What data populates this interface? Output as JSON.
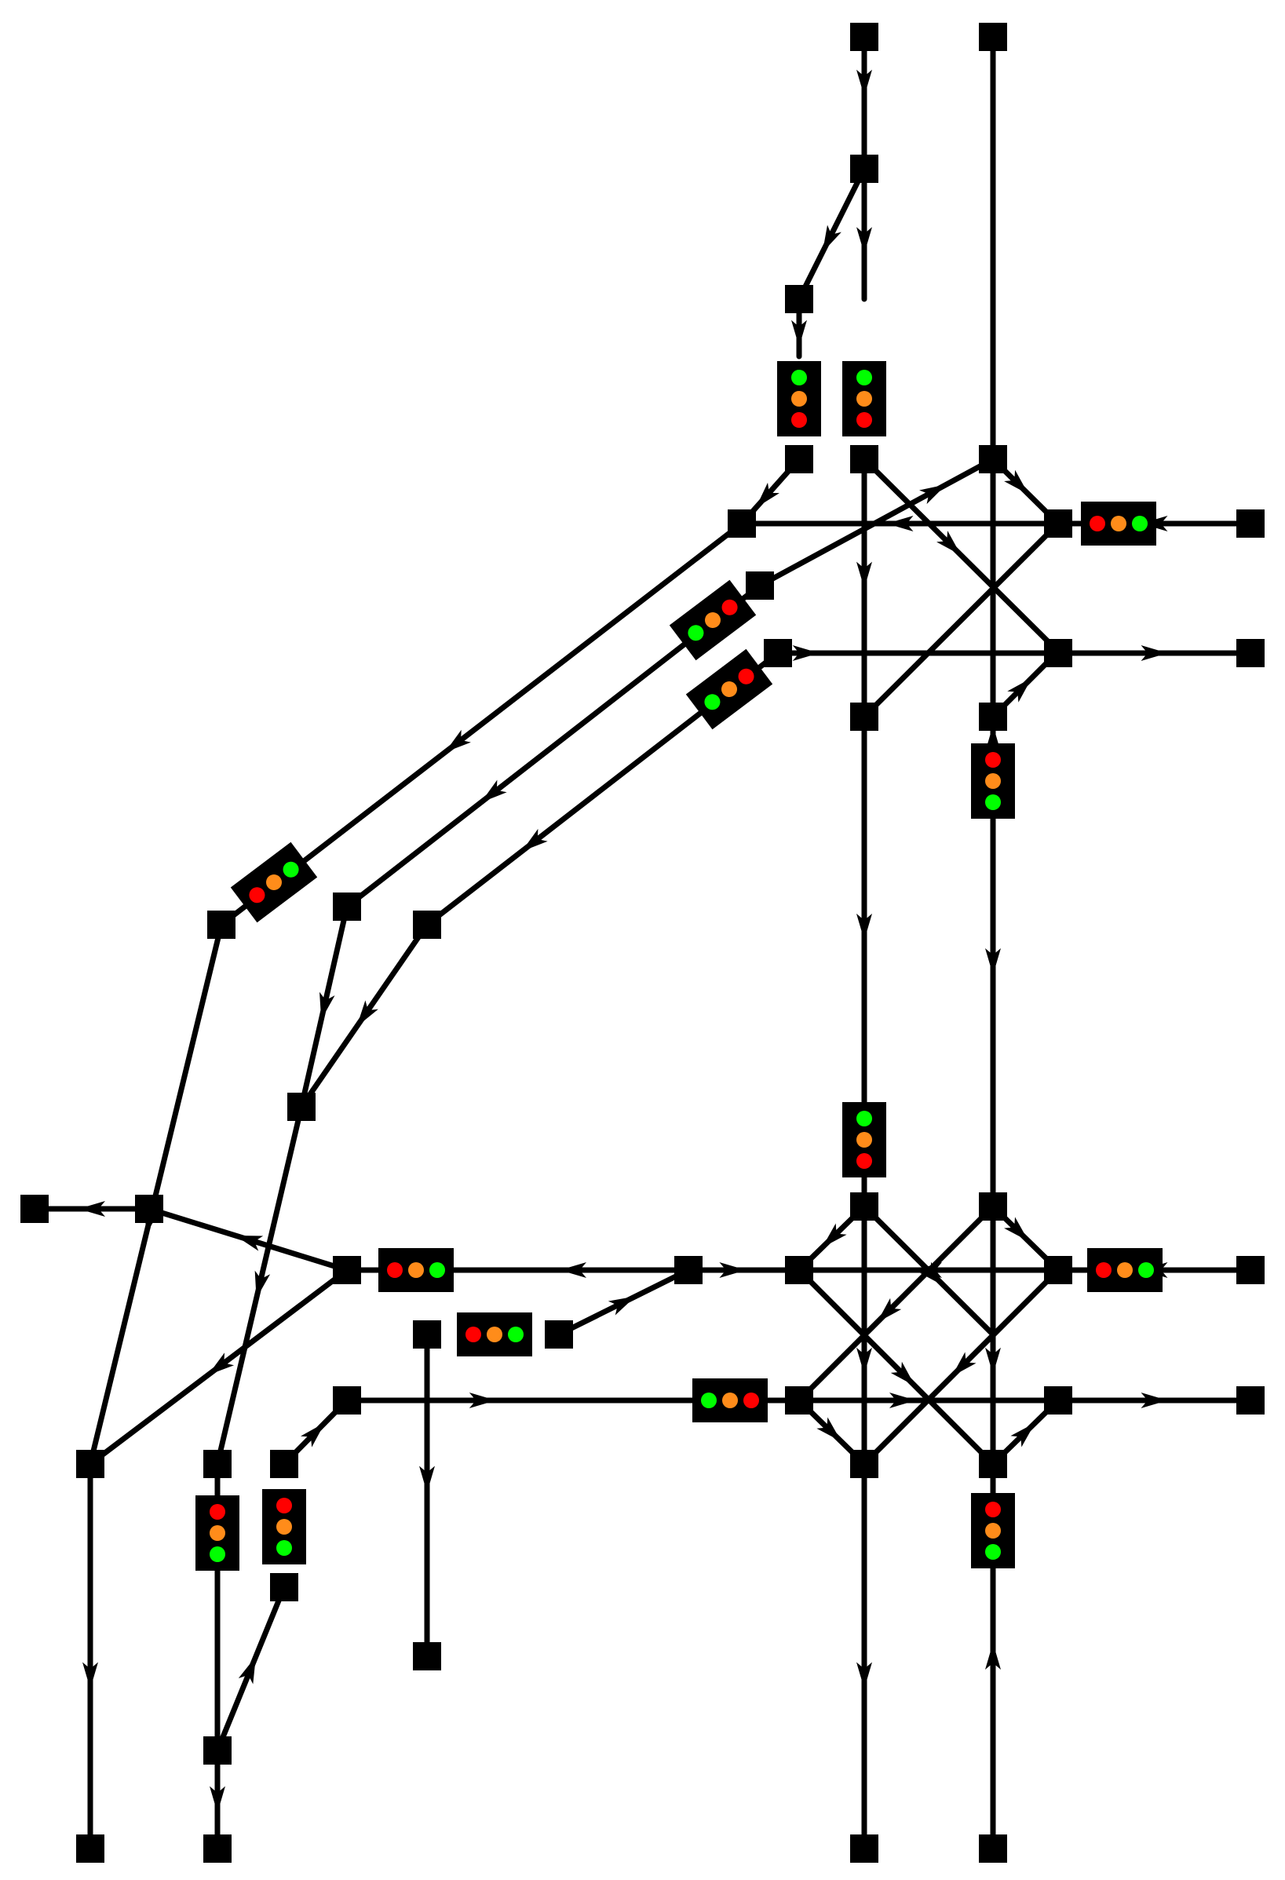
{
  "diagram": {
    "kind": "railway-junction-network",
    "colors": {
      "background": "#ffffff",
      "track": "#000000",
      "node": "#000000",
      "signal_housing": "#000000",
      "lamp_red": "#ff0000",
      "lamp_amber": "#ff8c1a",
      "lamp_green": "#00ff00"
    },
    "nodes": [
      {
        "id": "n1"
      },
      {
        "id": "n2"
      },
      {
        "id": "n3"
      },
      {
        "id": "n4"
      },
      {
        "id": "n5"
      },
      {
        "id": "n6"
      },
      {
        "id": "n7"
      },
      {
        "id": "n8"
      },
      {
        "id": "n9"
      },
      {
        "id": "n10"
      },
      {
        "id": "n11"
      },
      {
        "id": "n12"
      },
      {
        "id": "n13"
      },
      {
        "id": "n14"
      },
      {
        "id": "n15"
      },
      {
        "id": "n16"
      },
      {
        "id": "n17"
      },
      {
        "id": "n18"
      },
      {
        "id": "n19"
      },
      {
        "id": "n20"
      },
      {
        "id": "n21"
      },
      {
        "id": "n22"
      },
      {
        "id": "n23"
      },
      {
        "id": "n24"
      },
      {
        "id": "n25"
      },
      {
        "id": "n26"
      },
      {
        "id": "n27"
      },
      {
        "id": "n28"
      },
      {
        "id": "n29"
      },
      {
        "id": "n30"
      },
      {
        "id": "n31"
      },
      {
        "id": "n32"
      },
      {
        "id": "n33"
      },
      {
        "id": "n34"
      },
      {
        "id": "n35"
      },
      {
        "id": "n36"
      },
      {
        "id": "n37"
      },
      {
        "id": "n38"
      },
      {
        "id": "n39"
      },
      {
        "id": "n40"
      },
      {
        "id": "n41"
      },
      {
        "id": "n42"
      }
    ],
    "signals": [
      {
        "id": "s1",
        "lamp_order": [
          "green",
          "amber",
          "red"
        ]
      },
      {
        "id": "s2",
        "lamp_order": [
          "green",
          "amber",
          "red"
        ]
      },
      {
        "id": "s3",
        "lamp_order": [
          "red",
          "amber",
          "green"
        ]
      },
      {
        "id": "s4",
        "lamp_order": [
          "green",
          "amber",
          "red"
        ]
      },
      {
        "id": "s5",
        "lamp_order": [
          "green",
          "amber",
          "red"
        ]
      },
      {
        "id": "s6",
        "lamp_order": [
          "red",
          "amber",
          "green"
        ]
      },
      {
        "id": "s7",
        "lamp_order": [
          "red",
          "amber",
          "green"
        ]
      },
      {
        "id": "s8",
        "lamp_order": [
          "green",
          "amber",
          "red"
        ]
      },
      {
        "id": "s9",
        "lamp_order": [
          "red",
          "amber",
          "green"
        ]
      },
      {
        "id": "s10",
        "lamp_order": [
          "red",
          "amber",
          "green"
        ]
      },
      {
        "id": "s11",
        "lamp_order": [
          "red",
          "amber",
          "green"
        ]
      },
      {
        "id": "s12",
        "lamp_order": [
          "green",
          "amber",
          "red"
        ]
      },
      {
        "id": "s13",
        "lamp_order": [
          "red",
          "amber",
          "green"
        ]
      },
      {
        "id": "s14",
        "lamp_order": [
          "red",
          "amber",
          "green"
        ]
      },
      {
        "id": "s15",
        "lamp_order": [
          "red",
          "amber",
          "green"
        ]
      }
    ],
    "edges": [
      {
        "from": "n1",
        "to": "n2",
        "arrow": "forward"
      },
      {
        "from": "n2",
        "to": "n4",
        "arrow": "forward"
      },
      {
        "from": "n2",
        "to": "n3",
        "arrow": "forward"
      },
      {
        "from": "n3",
        "to": "n5",
        "arrow": "forward"
      },
      {
        "from": "n5",
        "to": "n7",
        "arrow": "forward"
      },
      {
        "from": "n6",
        "to": "n8",
        "arrow": "forward"
      },
      {
        "from": "n42",
        "to": "n12",
        "arrow": "forward"
      },
      {
        "from": "n12",
        "to": "n7",
        "arrow": "forward"
      },
      {
        "from": "n7",
        "to": "n17",
        "arrow": "forward"
      },
      {
        "from": "n6",
        "to": "n10",
        "arrow": "forward"
      },
      {
        "from": "n6",
        "to": "n13",
        "arrow": "forward"
      },
      {
        "from": "n13",
        "to": "n24",
        "arrow": "forward"
      },
      {
        "from": "n10",
        "to": "n9",
        "arrow": "forward"
      },
      {
        "from": "n11",
        "to": "n14",
        "arrow": "forward"
      },
      {
        "from": "n12",
        "to": "n9",
        "arrow": "forward"
      },
      {
        "from": "n12",
        "to": "n16",
        "arrow": "none"
      },
      {
        "from": "n13",
        "to": "n10",
        "arrow": "none"
      },
      {
        "from": "n14",
        "to": "n10",
        "arrow": "forward"
      },
      {
        "from": "n15",
        "to": "n14",
        "arrow": "forward"
      },
      {
        "from": "n19",
        "to": "n8",
        "arrow": "forward"
      },
      {
        "from": "n18",
        "to": "n11",
        "arrow": "forward"
      },
      {
        "from": "n20",
        "to": "n15",
        "arrow": "forward"
      },
      {
        "from": "n20",
        "to": "n18",
        "arrow": "forward"
      },
      {
        "from": "n17",
        "to": "n21",
        "arrow": "forward"
      },
      {
        "from": "n17",
        "to": "n29",
        "arrow": "forward"
      },
      {
        "from": "n21",
        "to": "n22",
        "arrow": "forward"
      },
      {
        "from": "n32",
        "to": "n20",
        "arrow": "forward"
      },
      {
        "from": "n23",
        "to": "n26",
        "arrow": "forward"
      },
      {
        "from": "n27",
        "to": "n25",
        "arrow": "forward"
      },
      {
        "from": "n25",
        "to": "n23",
        "arrow": "forward"
      },
      {
        "from": "n28",
        "to": "n27",
        "arrow": "forward"
      },
      {
        "from": "n24",
        "to": "n28",
        "arrow": "forward"
      },
      {
        "from": "n24",
        "to": "n33",
        "arrow": "forward"
      },
      {
        "from": "n24",
        "to": "n38",
        "arrow": "forward"
      },
      {
        "from": "n25",
        "to": "n31",
        "arrow": "forward"
      },
      {
        "from": "n26",
        "to": "n29",
        "arrow": "forward"
      },
      {
        "from": "n29",
        "to": "n40",
        "arrow": "forward"
      },
      {
        "from": "n30",
        "to": "n34",
        "arrow": "forward"
      },
      {
        "from": "n33",
        "to": "n27",
        "arrow": "forward"
      },
      {
        "from": "n34",
        "to": "n28",
        "arrow": "forward"
      },
      {
        "from": "n34",
        "to": "n35",
        "arrow": "forward"
      },
      {
        "from": "n36",
        "to": "n32",
        "arrow": "forward"
      },
      {
        "from": "n36",
        "to": "n37",
        "arrow": "forward"
      },
      {
        "from": "n37",
        "to": "n31",
        "arrow": "forward"
      },
      {
        "from": "n39",
        "to": "n32",
        "arrow": "forward"
      },
      {
        "from": "n41",
        "to": "n36",
        "arrow": "forward"
      },
      {
        "from": "n38",
        "to": "n33",
        "arrow": "forward"
      },
      {
        "from": "n38",
        "to": "n39",
        "arrow": "forward"
      },
      {
        "from": "n30",
        "to": "n38",
        "arrow": "none"
      },
      {
        "from": "n30",
        "to": "n33",
        "arrow": "none"
      },
      {
        "from": "n30",
        "to": "n39",
        "arrow": "none"
      },
      {
        "from": "n36",
        "to": "n38",
        "arrow": "none"
      },
      {
        "from": "n36",
        "to": "n34",
        "arrow": "none"
      },
      {
        "from": "n35",
        "to": "n39",
        "arrow": "none"
      }
    ]
  }
}
